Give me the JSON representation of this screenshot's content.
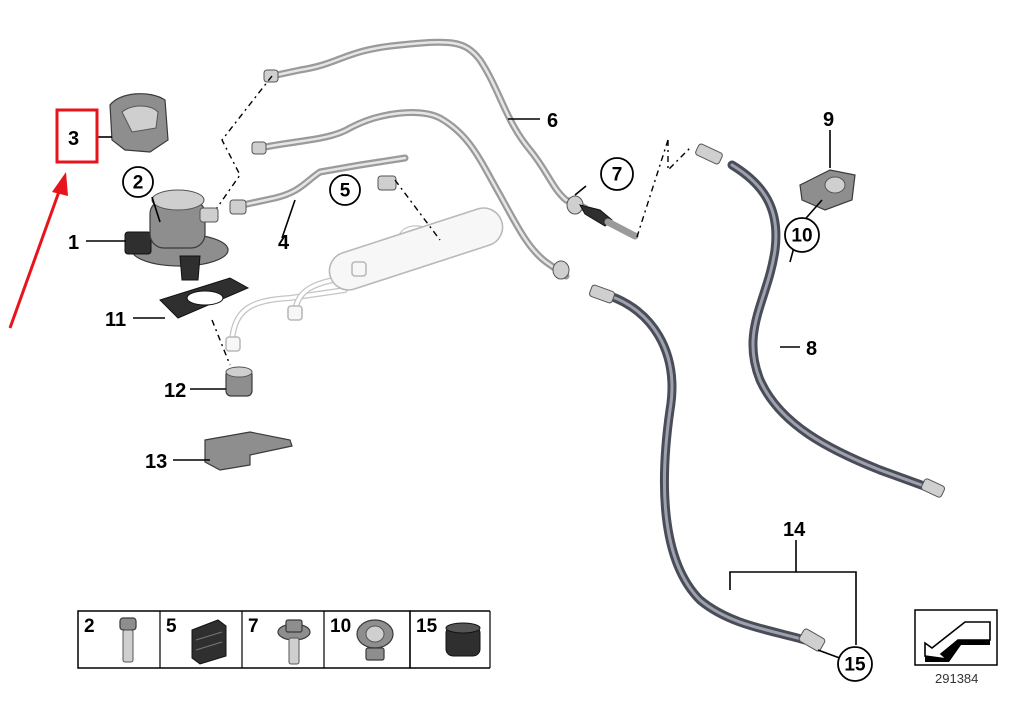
{
  "callouts": {
    "c1": "1",
    "c2": "2",
    "c3": "3",
    "c4": "4",
    "c5": "5",
    "c6": "6",
    "c7": "7",
    "c8": "8",
    "c9": "9",
    "c10": "10",
    "c11": "11",
    "c12": "12",
    "c13": "13",
    "c14": "14",
    "c15": "15"
  },
  "legend_table": {
    "cells": [
      "2",
      "5",
      "7",
      "10",
      "15"
    ]
  },
  "reference_code": "291384",
  "highlight": {
    "color": "#e8141b",
    "target": "3"
  },
  "colors": {
    "hose": "#4a4d58",
    "tube": "#9a9a9a",
    "ghost_rail": "#c4c4c4"
  }
}
